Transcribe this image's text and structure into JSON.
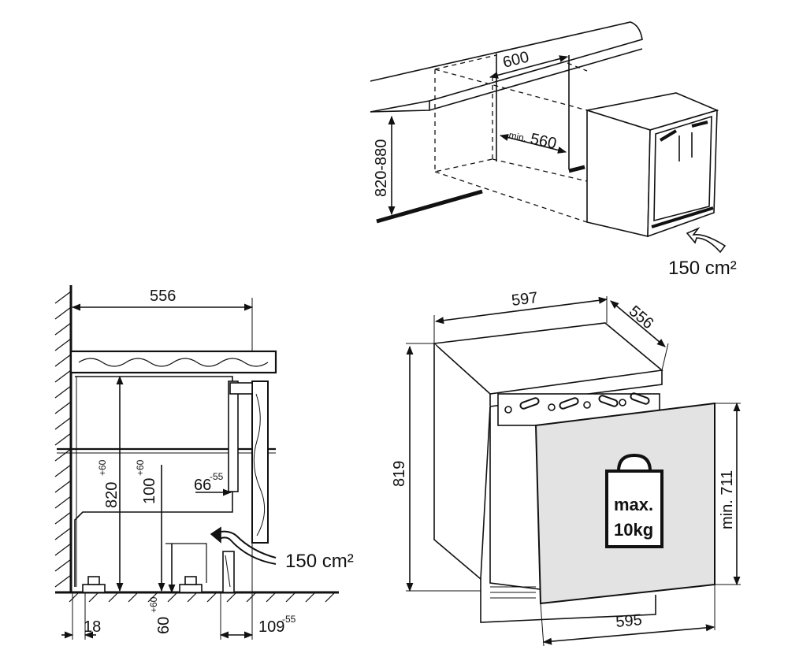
{
  "top_view": {
    "cabinet_width": "600",
    "min_depth_prefix": "min.",
    "min_depth_value": "560",
    "height_range": "820-880",
    "ventilation": "150 cm²"
  },
  "side_section": {
    "depth": "556",
    "height_base": "820",
    "height_tol": "+60",
    "plinth_base": "100",
    "plinth_tol": "+60",
    "gap_base": "66",
    "gap_tol": "-55",
    "foot_base": "60",
    "foot_tol": "+60",
    "left_clearance": "18",
    "rear_base": "109",
    "rear_tol": "-55",
    "ventilation": "150 cm²"
  },
  "appliance_view": {
    "width": "597",
    "depth": "556",
    "height": "819",
    "door_min_height": "min. 711",
    "door_width": "595",
    "weight_line1": "max.",
    "weight_line2": "10kg"
  }
}
